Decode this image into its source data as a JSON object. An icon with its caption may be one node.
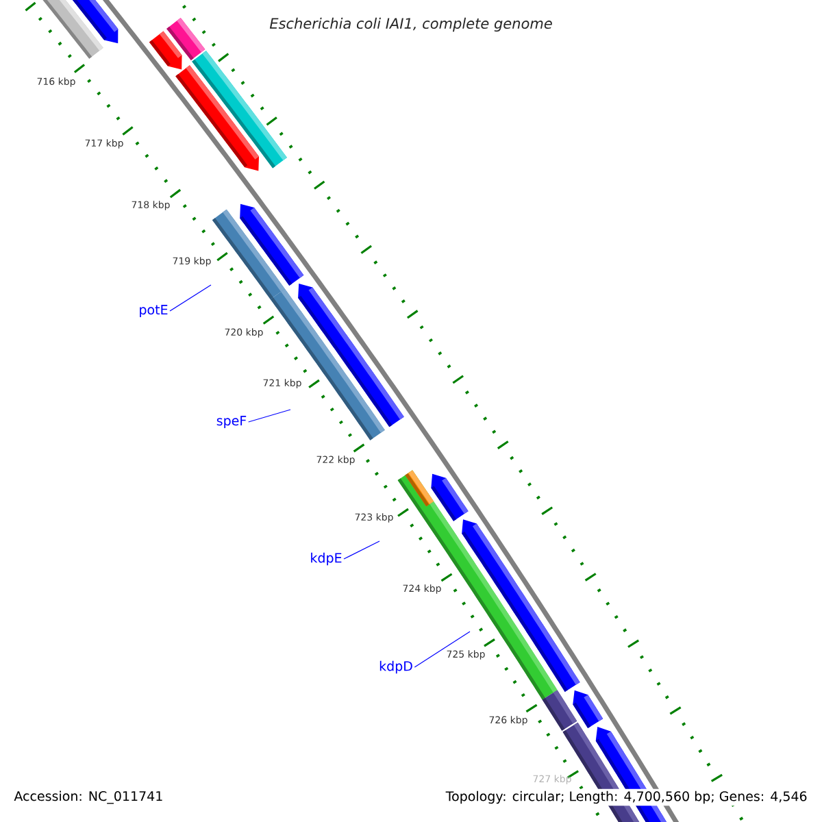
{
  "diagram": {
    "title": "Escherichia coli IAI1, complete genome",
    "nodes": [
      {
        "text": [
          "potE"
        ]
      },
      {
        "text": [
          "speF"
        ]
      },
      {
        "text": [
          "kdpE"
        ]
      },
      {
        "text": [
          "kdpD"
        ]
      }
    ],
    "edges": [
      {
        "from": 0,
        "to": null,
        "arrow": "none"
      },
      {
        "from": 1,
        "to": null,
        "arrow": "none"
      },
      {
        "from": 2,
        "to": null,
        "arrow": "none"
      },
      {
        "from": 3,
        "to": null,
        "arrow": "none"
      }
    ],
    "labels": [
      "716 kbp",
      "717 kbp",
      "718 kbp",
      "719 kbp",
      "720 kbp",
      "721 kbp",
      "722 kbp",
      "723 kbp",
      "724 kbp",
      "725 kbp",
      "726 kbp",
      "727 kbp",
      "Accession: NC_011741",
      "Topology: circular; Length: 4,700,560 bp; Genes: 4,546"
    ]
  }
}
